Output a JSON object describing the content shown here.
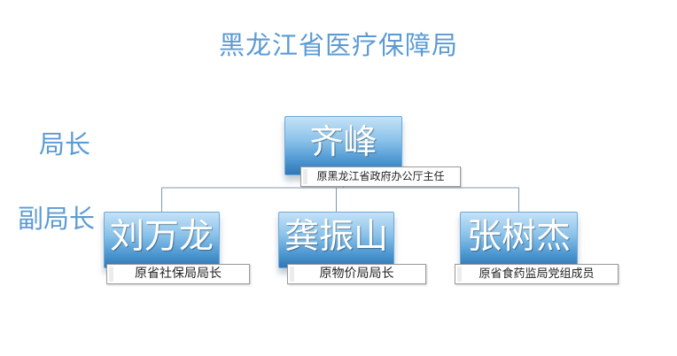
{
  "title": "黑龙江省医疗保障局",
  "ranks": {
    "director": "局长",
    "deputy": "副局长"
  },
  "director": {
    "name": "齐峰",
    "note": "原黑龙江省政府办公厅主任"
  },
  "deputies": [
    {
      "name": "刘万龙",
      "note": "原省社保局局长"
    },
    {
      "name": "龚振山",
      "note": "原物价局局长"
    },
    {
      "name": "张树杰",
      "note": "原省食药监局党组成员"
    }
  ],
  "colors": {
    "accent": "#5b9bd5",
    "node_top": "#c4e2f7",
    "node_bottom": "#2f77b6",
    "line": "#7f97b3"
  }
}
